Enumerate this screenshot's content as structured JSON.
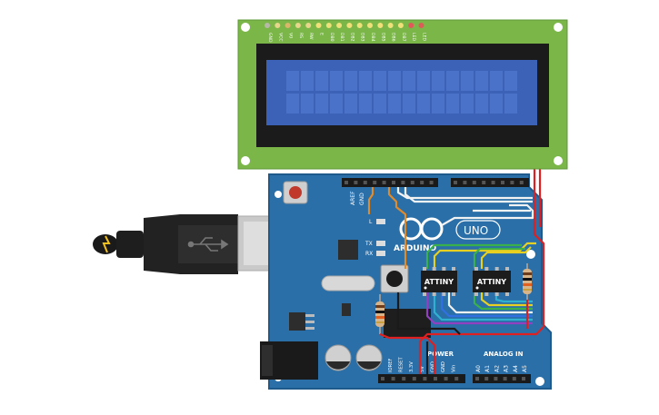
{
  "lcd": {
    "pin_labels": [
      "GND",
      "VCC",
      "V0",
      "RS",
      "RW",
      "E",
      "DB0",
      "DB1",
      "DB2",
      "DB3",
      "DB4",
      "DB5",
      "DB6",
      "DB7",
      "LED",
      "LED"
    ],
    "pin_colors": [
      "#b8b8a8",
      "#e8d48a",
      "#d8b66a",
      "#e8d48a",
      "#e8d48a",
      "#f0e07a",
      "#f0e07a",
      "#f0e07a",
      "#f0e07a",
      "#f0e07a",
      "#f0e07a",
      "#f0e07a",
      "#f0e07a",
      "#f0e07a",
      "#e05a5a",
      "#e05a5a"
    ],
    "rows": 2,
    "cols": 16
  },
  "board": {
    "logo_text": "ARDUINO",
    "model_text": "UNO",
    "led_labels": {
      "l": "L",
      "tx": "TX",
      "rx": "RX"
    },
    "top_header_labels": {
      "aref": "AREF",
      "gnd": "GND"
    },
    "power_label": "POWER",
    "power_pins": [
      "IOREF",
      "RESET",
      "3.3V",
      "5V",
      "GND",
      "GND",
      "Vin"
    ],
    "analog_label": "ANALOG IN",
    "analog_pins": [
      "A0",
      "A1",
      "A2",
      "A3",
      "A4",
      "A5"
    ]
  },
  "chips": [
    {
      "label": "ATTINY"
    },
    {
      "label": "ATTINY"
    }
  ],
  "colors": {
    "board": "#2a6fa8",
    "board_dark": "#1f5a8c",
    "lcd_pcb": "#7ab648",
    "lcd_screen": "#3c62b8",
    "wire_red": "#e02020",
    "wire_orange": "#e08a2a",
    "wire_yellow": "#e8d020",
    "wire_green": "#3ab04a",
    "wire_cyan": "#30b0d0",
    "wire_blue": "#3070e0",
    "wire_purple": "#9040c0",
    "wire_white": "#f2f2f2"
  }
}
